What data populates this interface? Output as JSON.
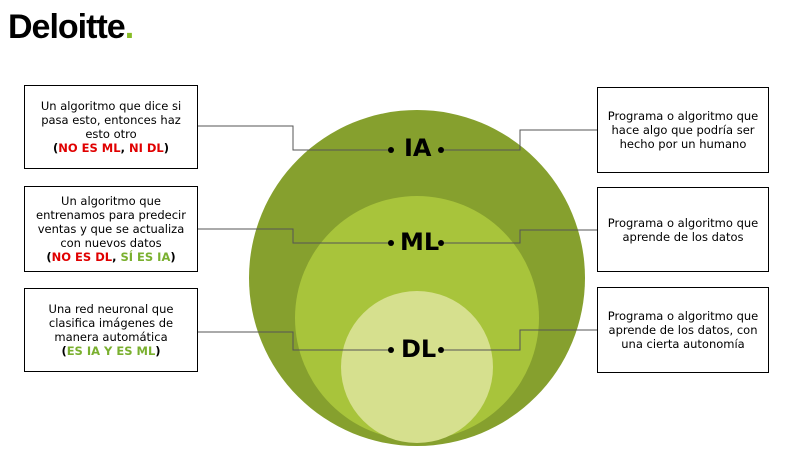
{
  "logo": {
    "text": "Deloitte",
    "dot": "."
  },
  "circles": [
    {
      "label": "IA",
      "color": "#86a02e"
    },
    {
      "label": "ML",
      "color": "#a8c43b"
    },
    {
      "label": "DL",
      "color": "#d6e08e"
    }
  ],
  "left_boxes": [
    {
      "text": "Un algoritmo que dice si pasa esto, entonces haz esto otro",
      "verdict": [
        {
          "t": "(",
          "c": "plain"
        },
        {
          "t": "NO ES ML",
          "c": "neg"
        },
        {
          "t": ", ",
          "c": "plain"
        },
        {
          "t": "NI DL",
          "c": "neg"
        },
        {
          "t": ")",
          "c": "plain"
        }
      ]
    },
    {
      "text": "Un algoritmo que entrenamos para predecir ventas y que se actualiza con nuevos datos",
      "verdict": [
        {
          "t": "(",
          "c": "plain"
        },
        {
          "t": "NO ES DL",
          "c": "neg"
        },
        {
          "t": ", ",
          "c": "plain"
        },
        {
          "t": "SÍ ES IA",
          "c": "pos"
        },
        {
          "t": ")",
          "c": "plain"
        }
      ]
    },
    {
      "text": "Una red neuronal que clasifica imágenes de manera automática",
      "verdict": [
        {
          "t": "(",
          "c": "plain"
        },
        {
          "t": "ES IA Y ES ML",
          "c": "pos"
        },
        {
          "t": ")",
          "c": "plain"
        }
      ]
    }
  ],
  "right_boxes": [
    {
      "text": "Programa o algoritmo que hace algo que podría ser hecho por un humano"
    },
    {
      "text": "Programa o algoritmo que aprende de los datos"
    },
    {
      "text": "Programa o algoritmo que aprende de los datos, con una cierta autonomía"
    }
  ],
  "colors": {
    "negative": "#e00000",
    "positive": "#7ab02f",
    "brand_dot": "#86bc25"
  }
}
